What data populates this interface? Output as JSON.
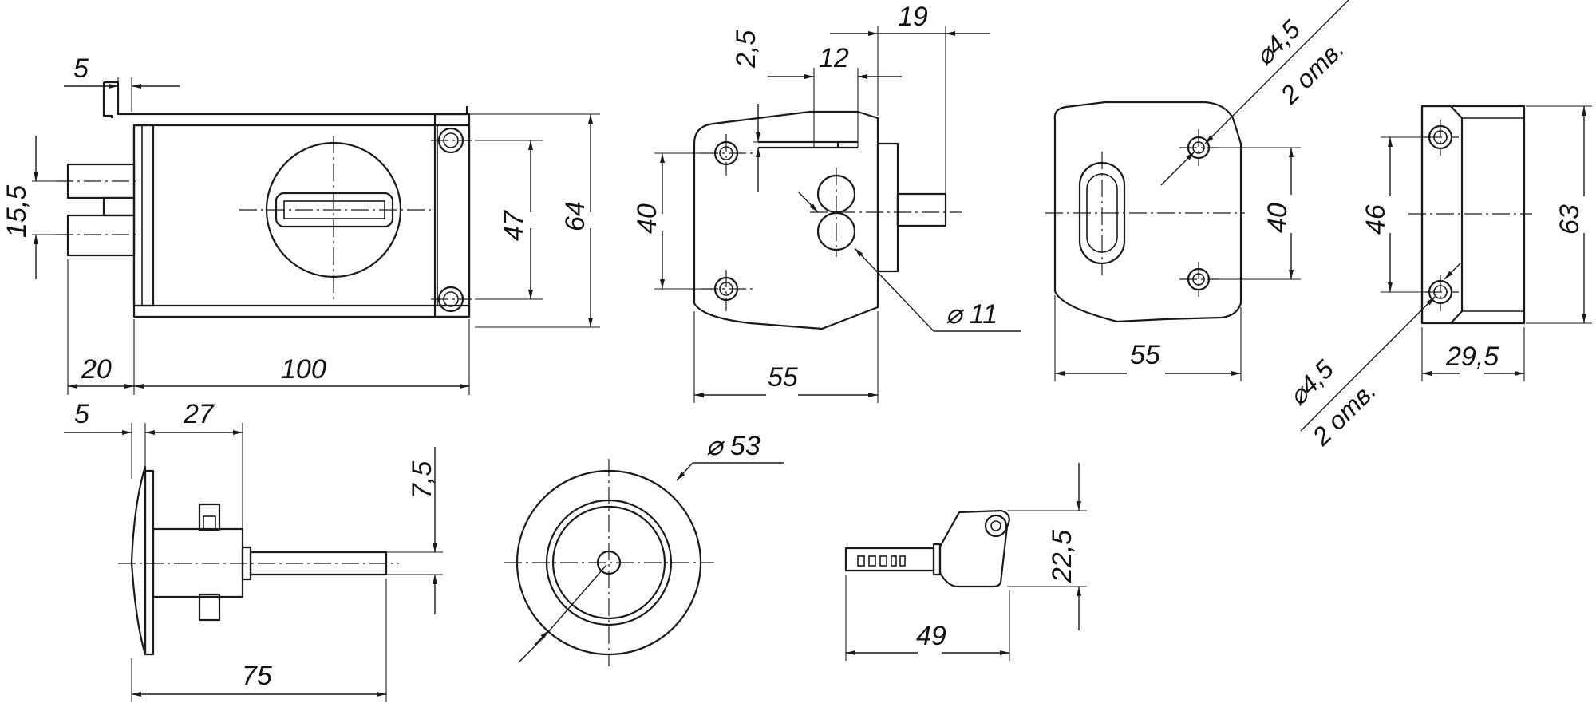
{
  "colors": {
    "line": "#1a1a1a",
    "background": "#ffffff"
  },
  "dims": {
    "front": {
      "offset": "5",
      "shaft_spacing": "15,5",
      "bolt_len": "20",
      "body_len": "100",
      "hole_spacing": "47",
      "height": "64"
    },
    "side": {
      "top_offset": "2,5",
      "width_12": "12",
      "bolt_proj": "19",
      "height": "40",
      "hole_dia": "11",
      "width": "55"
    },
    "back": {
      "hole": "4,5",
      "holes_note": "2 отв.",
      "height": "40",
      "width": "55"
    },
    "plate": {
      "hole": "4,5",
      "holes_note": "2 отв.",
      "spacing": "46",
      "height": "63",
      "depth": "29,5"
    },
    "cylinder": {
      "flange": "5",
      "neck": "27",
      "total": "75",
      "tail": "7,5"
    },
    "rosette": {
      "diameter": "53"
    },
    "key": {
      "height": "22,5",
      "length": "49"
    }
  }
}
